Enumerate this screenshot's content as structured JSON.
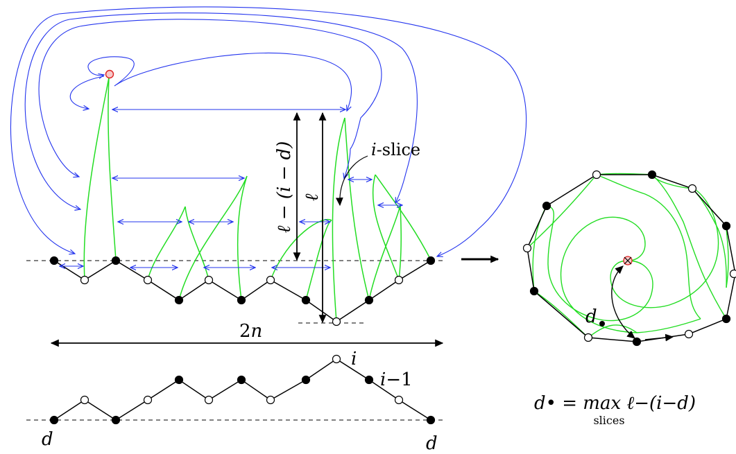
{
  "colors": {
    "green": "#22dd22",
    "blue": "#2233ee",
    "black": "#000000",
    "red": "#dd2222"
  },
  "labels": {
    "ell_minus": "ℓ − (i − d)",
    "ell": "ℓ",
    "i_slice_var": "i",
    "i_slice_suffix": "-slice",
    "two_n_num": "2",
    "two_n_var": "n",
    "bottom_i": "i",
    "bottom_i_minus_var": "i",
    "bottom_i_minus_rest": "−1",
    "d_left": "d",
    "d_right": "d",
    "d_bullet_var": "d",
    "formula_main": "d• = max ℓ−(i−d)",
    "formula_sub": "slices"
  },
  "icons": {
    "root-vertex": "red circled vertex",
    "pointed-vertex": "crossed circle vertex",
    "arrow-right": "thick arrow pointing right"
  }
}
